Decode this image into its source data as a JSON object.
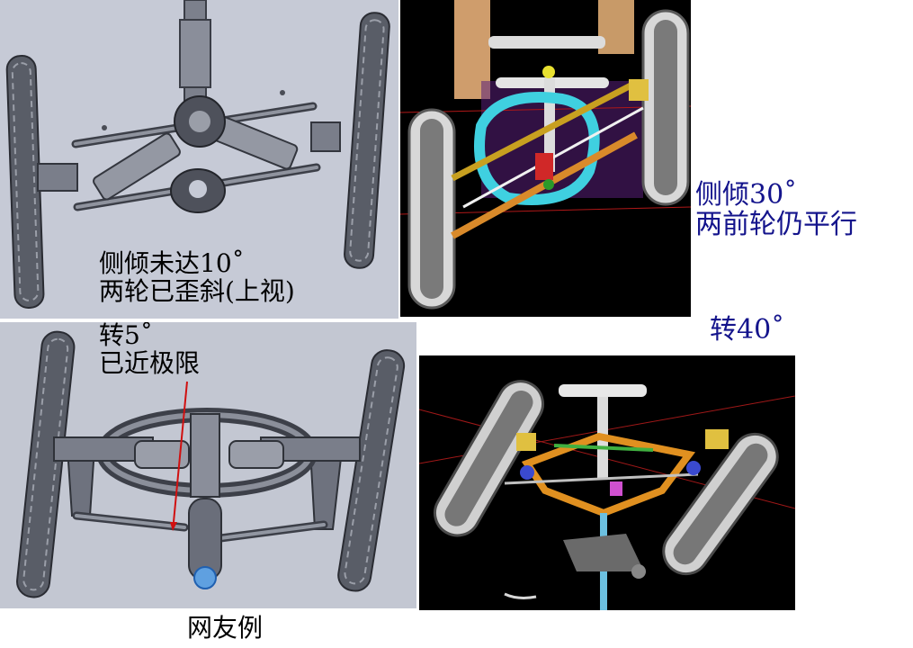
{
  "captions": {
    "tl_line1": "侧倾未达10˚",
    "tl_line2": "两轮已歪斜(上视)",
    "tr_line1": "侧倾30˚",
    "tr_line2": "两前轮仍平行",
    "turn40": "转40˚",
    "bl_line1": "转5˚",
    "bl_line2": "已近极限",
    "footer": "网友例"
  },
  "colors": {
    "cad_background": "#c6cad6",
    "render_background": "#000000",
    "caption_blue": "#14148c",
    "guide_arrow": "#d01010"
  }
}
